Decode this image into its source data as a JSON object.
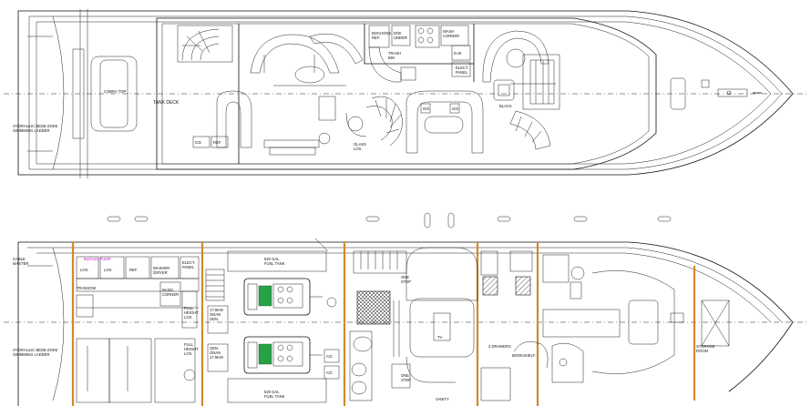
{
  "upper_deck": {
    "labels": {
      "tank_deck": "TANK DECK",
      "cobra_top": "COBRA TOP",
      "ladder": "HYDRAULIC BEDE-ZOINI\nSWIMMING LADDER",
      "bochons_ref": "BOCHONS\nREF.",
      "dw_under": "D/W\nUNDER",
      "wash_corner": "WASH\nCORNER",
      "trash_bin": "TRASH\nBIN",
      "dw": "D.W.",
      "elect_panel": "ELECT.\nPANEL",
      "black": "BLACK",
      "ref": "REF.",
      "ice": "ICE",
      "glass_lox": "GLASS\nLOX.",
      "os1": "O/S",
      "os2": "O/S"
    }
  },
  "lower_deck": {
    "labels": {
      "cable_master": "CABLE\nMASTER",
      "lox1": "LOX.",
      "lox2": "LOX.",
      "ref": "REF.",
      "washer_dryer": "WASHER\n/DRYER",
      "elect_panel": "ELECT.\nPANEL",
      "magenta_note": "Bochons PUMP",
      "transom": "TRANSOM",
      "basic_corner": "BASIC\nCORNER",
      "full_height_lox": "FULL\nHEIGHT\nLOX.",
      "full_height_lox2": "FULL\nHEIGHT\nLOX.",
      "ladder": "HYDRAULIC BEDE-ZOINI\nSWIMMING LADDER",
      "fuel_tank_top": "520 GAL\nFUEL TANK",
      "fuel_tank_bottom": "520 GAL\nFUEL TANK",
      "gen_top": "17.5KW\nONAN\nGEN.",
      "gen_bottom": "GEN.\nONAN\n17.5KW",
      "ac": "A/C",
      "ac2": "A/C",
      "one_step_top": "ONE\nSTEP",
      "one_step_bottom": "ONE\nSTEP",
      "tv": "TV",
      "vanity": "VANITY",
      "drawers": "3 DRAWERS",
      "bookshelf": "BOOKSHELF",
      "storage_room": "STORAGE\nROOM"
    }
  }
}
